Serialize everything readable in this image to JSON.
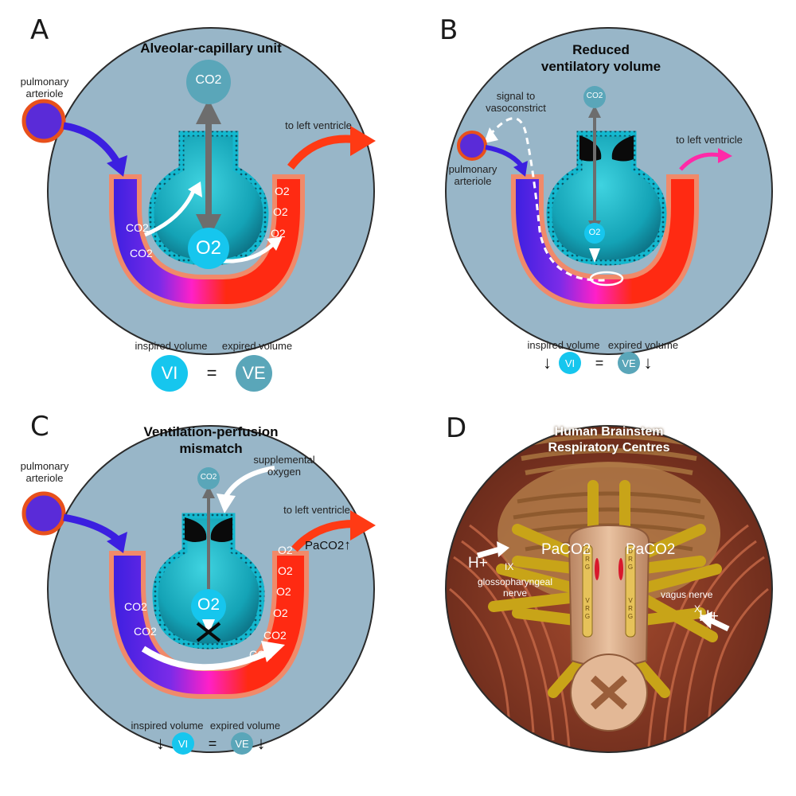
{
  "panels": {
    "a": {
      "letter": "A",
      "title": "Alveolar-capillary unit",
      "pulmonary_arteriole": "pulmonary\narteriole",
      "to_left_ventricle": "to left ventricle",
      "co2_top": "CO2",
      "o2_center": "O2",
      "blood_left": [
        "CO2",
        "CO2"
      ],
      "blood_right": [
        "O2",
        "O2",
        "O2"
      ],
      "inspired_volume": "inspired volume",
      "expired_volume": "expired volume",
      "vi": "VI",
      "ve": "VE",
      "equals": "="
    },
    "b": {
      "letter": "B",
      "title_line1": "Reduced",
      "title_line2": "ventilatory volume",
      "signal": "signal to\nvasoconstrict",
      "pulmonary_arteriole": "pulmonary\narteriole",
      "to_left_ventricle": "to left ventricle",
      "co2_top": "CO2",
      "o2_center": "O2",
      "inspired_volume": "inspired volume",
      "expired_volume": "expired volume",
      "vi": "VI",
      "ve": "VE",
      "equals": "="
    },
    "c": {
      "letter": "C",
      "title_line1": "Ventilation-perfusion",
      "title_line2": "mismatch",
      "supplemental_oxygen": "supplemental\noxygen",
      "pulmonary_arteriole": "pulmonary\narteriole",
      "to_left_ventricle": "to left ventricle",
      "paco2": "PaCO2",
      "co2_top": "CO2",
      "o2_center": "O2",
      "blood_left": [
        "CO2",
        "CO2"
      ],
      "blood_right": [
        "O2",
        "O2",
        "O2",
        "O2",
        "CO2",
        "CO2"
      ],
      "inspired_volume": "inspired volume",
      "expired_volume": "expired volume",
      "vi": "VI",
      "ve": "VE",
      "equals": "="
    },
    "d": {
      "letter": "D",
      "title_line1": "Human Brainstem",
      "title_line2": "Respiratory Centres",
      "paco2_left": "PaCO2",
      "paco2_right": "PaCO2",
      "h_left": "H+",
      "h_right": "H+",
      "ix": "IX",
      "x": "X",
      "glossopharyngeal": "glossopharyngeal\nnerve",
      "vagus": "vagus nerve",
      "drg": "DRG",
      "vrg": "VRG"
    }
  },
  "colors": {
    "circle_bg": "#98b6c8",
    "circle_border": "#2b2b2b",
    "deoxy_blood": "#3b1fe0",
    "oxy_blood": "#ff2a12",
    "alveolus": "#1fb6c9",
    "gas_teal": "#5aa6b9",
    "o2_cyan": "#16c6ee",
    "arrow_gray": "#6d6d6d",
    "magenta": "#ff2aa8"
  }
}
